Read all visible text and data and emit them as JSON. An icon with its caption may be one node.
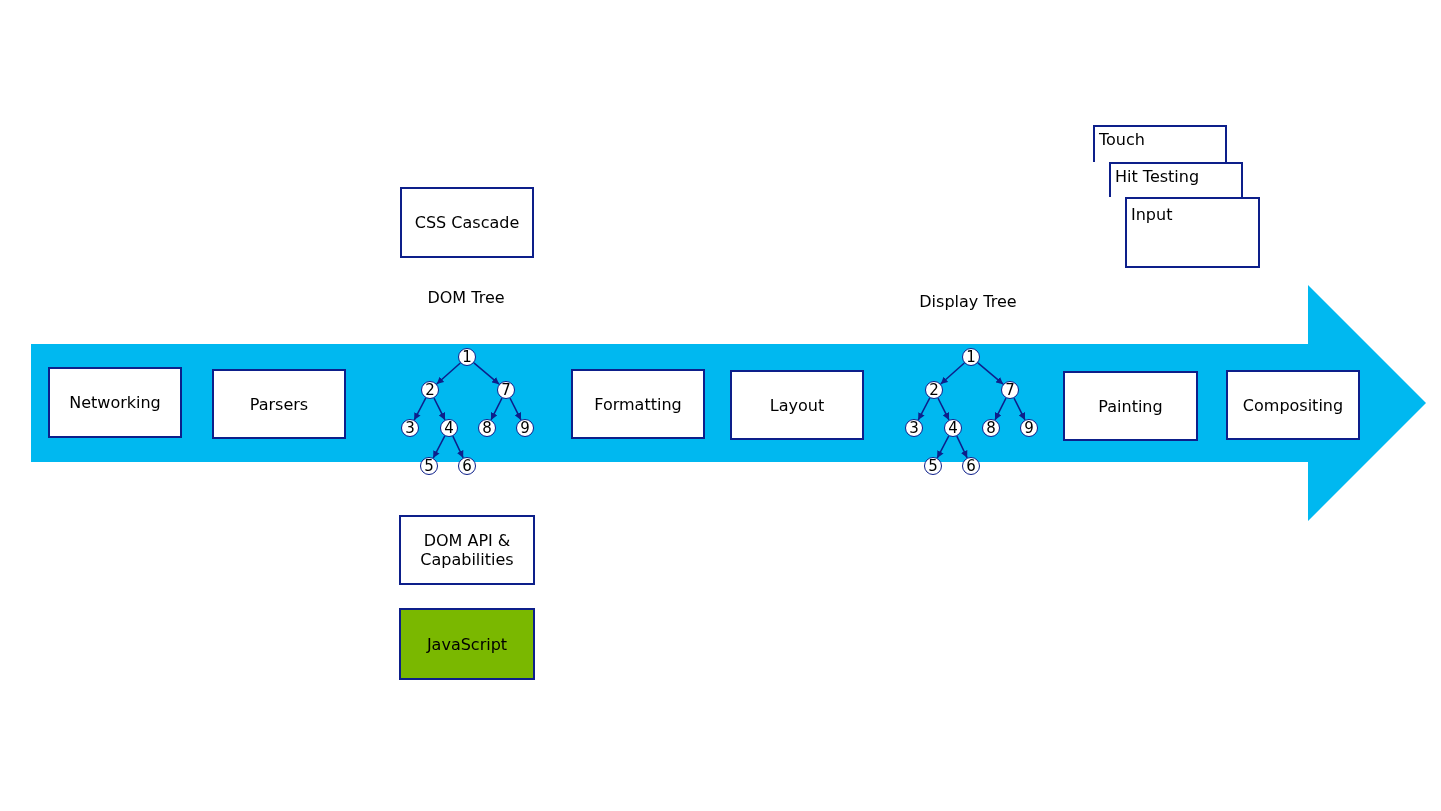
{
  "diagram": {
    "nodes": [
      {
        "text": [],
        "shape": "arrow"
      },
      {
        "text": [
          "CSS Cascade"
        ]
      },
      {
        "text": [
          "Touch"
        ]
      },
      {
        "text": [
          "Hit Testing"
        ]
      },
      {
        "text": [
          "Input"
        ]
      },
      {
        "text": [
          "Networking"
        ],
        "in": 0
      },
      {
        "text": [
          "Parsers"
        ],
        "in": 0
      },
      {
        "text": [
          "1"
        ],
        "in": 0
      },
      {
        "text": [
          "2"
        ],
        "in": 0
      },
      {
        "text": [
          "3"
        ],
        "in": 0
      },
      {
        "text": [
          "4"
        ],
        "in": 0
      },
      {
        "text": [
          "5"
        ]
      },
      {
        "text": [
          "6"
        ]
      },
      {
        "text": [
          "7"
        ],
        "in": 0
      },
      {
        "text": [
          "8"
        ],
        "in": 0
      },
      {
        "text": [
          "9"
        ],
        "in": 0
      },
      {
        "text": [
          "Formatting"
        ],
        "in": 0
      },
      {
        "text": [
          "Layout"
        ],
        "in": 0
      },
      {
        "text": [
          "1"
        ],
        "in": 0
      },
      {
        "text": [
          "2"
        ],
        "in": 0
      },
      {
        "text": [
          "3"
        ],
        "in": 0
      },
      {
        "text": [
          "4"
        ],
        "in": 0
      },
      {
        "text": [
          "5"
        ]
      },
      {
        "text": [
          "6"
        ]
      },
      {
        "text": [
          "7"
        ],
        "in": 0
      },
      {
        "text": [
          "8"
        ],
        "in": 0
      },
      {
        "text": [
          "9"
        ],
        "in": 0
      },
      {
        "text": [
          "Painting"
        ],
        "in": 0
      },
      {
        "text": [
          "Compositing"
        ],
        "in": 0
      },
      {
        "text": [
          "DOM API & Capabilities"
        ]
      },
      {
        "text": [
          "JavaScript"
        ]
      }
    ],
    "edges": [
      {
        "from": 7,
        "to": 8,
        "arrow": "to"
      },
      {
        "from": 7,
        "to": 13,
        "arrow": "to"
      },
      {
        "from": 8,
        "to": 9,
        "arrow": "to"
      },
      {
        "from": 8,
        "to": 10,
        "arrow": "to"
      },
      {
        "from": 10,
        "to": 11,
        "arrow": "to"
      },
      {
        "from": 10,
        "to": 12,
        "arrow": "to"
      },
      {
        "from": 13,
        "to": 14,
        "arrow": "to"
      },
      {
        "from": 13,
        "to": 15,
        "arrow": "to"
      },
      {
        "from": 18,
        "to": 19,
        "arrow": "to"
      },
      {
        "from": 18,
        "to": 24,
        "arrow": "to"
      },
      {
        "from": 19,
        "to": 20,
        "arrow": "to"
      },
      {
        "from": 19,
        "to": 21,
        "arrow": "to"
      },
      {
        "from": 21,
        "to": 22,
        "arrow": "to"
      },
      {
        "from": 21,
        "to": 23,
        "arrow": "to"
      },
      {
        "from": 24,
        "to": 25,
        "arrow": "to"
      },
      {
        "from": 24,
        "to": 26,
        "arrow": "to"
      }
    ],
    "labels": [
      "DOM Tree",
      "Display Tree"
    ]
  }
}
